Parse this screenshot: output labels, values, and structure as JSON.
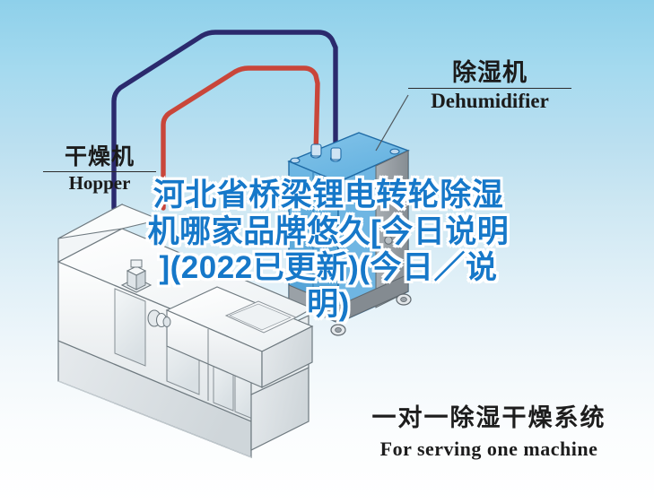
{
  "image": {
    "kind": "isometric-technical-illustration",
    "subject": "one-to-one dehumidifying drying system"
  },
  "background": {
    "top_color": "#8ed0ea",
    "bottom_color": "#ffffff"
  },
  "labels": {
    "hopper": {
      "cn": "干燥机",
      "en": "Hopper"
    },
    "dehumidifier": {
      "cn": "除湿机",
      "en": "Dehumidifier"
    }
  },
  "caption": {
    "cn": "一对一除湿干燥系统",
    "en": "For serving one machine"
  },
  "watermark": {
    "line1": "河北省桥梁锂电转轮除湿",
    "line2": "机哪家品牌悠久[今日说明",
    "line3": "](2022已更新)(今日／说",
    "line4": "明)",
    "text_color": "#1678c9",
    "outline_color": "#ffffff"
  },
  "diagram": {
    "pipes": [
      {
        "name": "return-air-pipe",
        "color": "#2b2a6d",
        "role": "dry air return line"
      },
      {
        "name": "supply-air-pipe",
        "color": "#c9463a",
        "role": "hot dry air supply line"
      }
    ],
    "dehumidifier_unit": {
      "name": "dehumidifier-cabinet",
      "body_color": "#63b3e2",
      "outline_color": "#1a5f96",
      "side_panel_color": "#9aa0a6",
      "caster_count": 4
    },
    "molding_machine": {
      "name": "injection-molding-machine",
      "body_color": "#ffffff",
      "shade_color": "#d7dde1",
      "outline_color": "#6f7a80"
    }
  }
}
